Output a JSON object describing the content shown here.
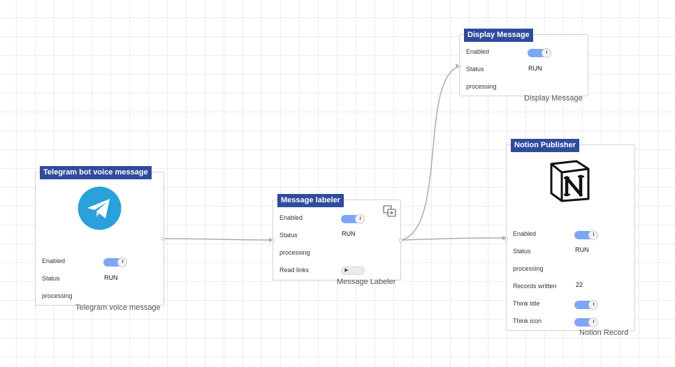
{
  "colors": {
    "title_bg": "#2f4b9c",
    "toggle_on": "#7ea6f6",
    "edge": "#a8a8c8",
    "telegram": "#2aa1da"
  },
  "nodes": {
    "telegram": {
      "title": "Telegram bot voice message",
      "caption": "Telegram voice message",
      "icon": "telegram-icon",
      "enabled_label": "Enabled",
      "status_label": "Status",
      "status_value": "RUN",
      "processing_label": "processing",
      "toggle_glyph": "II"
    },
    "labeler": {
      "title": "Message labeler",
      "caption": "Message Labeler",
      "icon": "swap-icon",
      "enabled_label": "Enabled",
      "status_label": "Status",
      "status_value": "RUN",
      "processing_label": "processing",
      "read_links_label": "Read links",
      "toggle_glyph": "II",
      "play_glyph": "▶"
    },
    "display": {
      "title": "Display Message",
      "caption": "Display Message",
      "enabled_label": "Enabled",
      "status_label": "Status",
      "status_value": "RUN",
      "processing_label": "processing",
      "toggle_glyph": "II"
    },
    "notion": {
      "title": "Notion Publisher",
      "caption": "Notion Record",
      "icon": "notion-icon",
      "enabled_label": "Enabled",
      "status_label": "Status",
      "status_value": "RUN",
      "processing_label": "processing",
      "records_label": "Records written",
      "records_value": "22",
      "think_title_label": "Think title",
      "think_icon_label": "Think icon",
      "toggle_glyph": "II"
    }
  }
}
